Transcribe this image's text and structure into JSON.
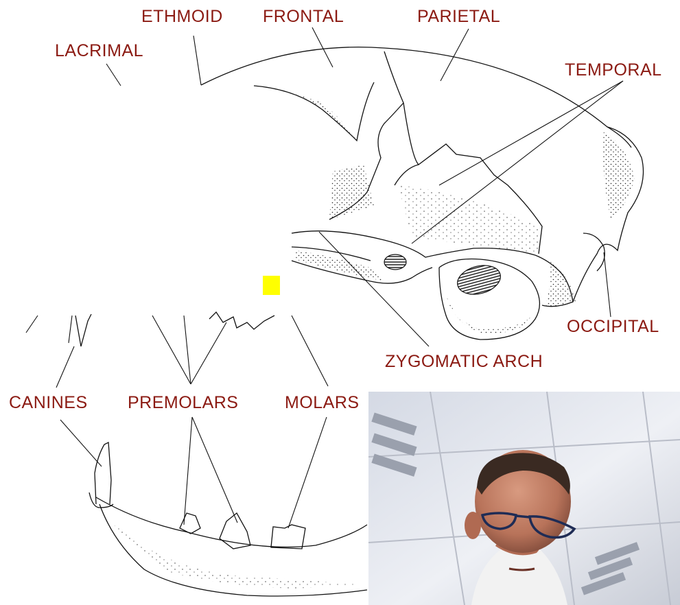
{
  "labels": {
    "ethmoid": "ETHMOID",
    "frontal": "FRONTAL",
    "parietal": "PARIETAL",
    "lacrimal": "LACRIMAL",
    "temporal": "TEMPORAL",
    "occipital": "OCCIPITAL",
    "zygomatic_arch": "ZYGOMATIC ARCH",
    "canines": "CANINES",
    "premolars": "PREMOLARS",
    "molars": "MOLARS"
  },
  "colors": {
    "label_text": "#8b1a12",
    "line": "#111111",
    "highlight": "#ffff00"
  },
  "icons": {
    "highlight_marker": "yellow-square",
    "webcam": "presenter-webcam-feed"
  }
}
